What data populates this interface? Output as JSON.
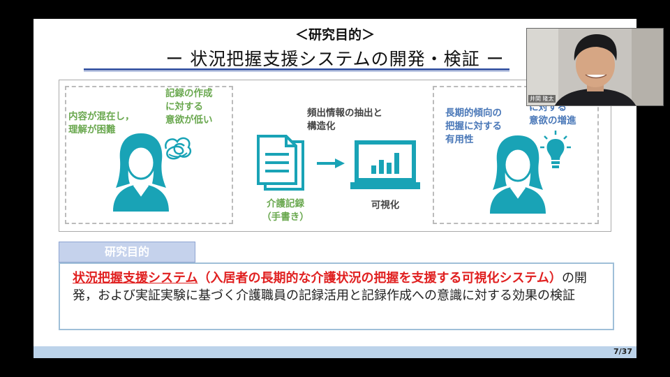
{
  "slide": {
    "heading": "＜研究目的＞",
    "title": "ー 状況把握支援システムの開発・検証 ー",
    "left_group": {
      "text1": [
        "内容が混在し，",
        "理解が困難"
      ],
      "text2": [
        "記録の作成",
        "に対する",
        "意欲が低い"
      ]
    },
    "middle_group": {
      "caption": [
        "頻出情報の抽出と",
        "構造化"
      ],
      "doc_label": [
        "介護記録",
        "（手書き）"
      ],
      "viz_label": "可視化"
    },
    "right_group": {
      "text1": [
        "長期的傾向の",
        "把握に対する",
        "有用性"
      ],
      "text2": [
        "に対する",
        "意欲の増進"
      ]
    },
    "purpose": {
      "tab_label": "研究目的",
      "red_underlined": "状況把握支援システム",
      "red_rest": "（入居者の長期的な介護状況の把握を支援する可視化システム）",
      "body": "の開発，および実証実験に基づく介護職員の記録活用と記録作成への意識に対する効果の検証"
    },
    "page_number": "7/37"
  },
  "webcam": {
    "name": "井関 隆太"
  },
  "colors": {
    "green": "#6aa84f",
    "blue": "#4a78b8",
    "teal": "#18a0b0",
    "red": "#e02020",
    "title_rule": "#3e5aa6"
  }
}
